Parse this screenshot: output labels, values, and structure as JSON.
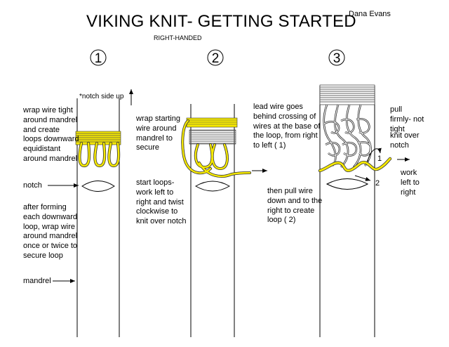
{
  "title": "VIKING KNIT- GETTING STARTED",
  "author": "Dana Evans",
  "subtitle": "RIGHT-HANDED",
  "steps": [
    "1",
    "2",
    "3"
  ],
  "colors": {
    "wire": "#f5e800",
    "wire_outline": "#333333",
    "line": "#000000"
  },
  "step1": {
    "notch_label": "*notch side up",
    "wrap": "wrap wire tight around mandrel and create loops downward equidistant around mandrel",
    "notch": "notch",
    "after": "after forming each downward loop, wrap wire around mandrel once or twice to secure loop",
    "mandrel": "mandrel"
  },
  "step2": {
    "wrap": "wrap starting wire around mandrel to secure",
    "start": "start loops- work left to right and twist clockwise to knit over notch"
  },
  "step3": {
    "lead": "lead wire goes behind crossing of wires at the base of the loop, from right to left ( 1)",
    "pull_down": "then pull wire down and to the right to create loop ( 2)",
    "pull_firmly": "pull firmly- not tight",
    "knit_over": "knit over notch",
    "work": "work left to right",
    "arrow1": "1",
    "arrow2": "2"
  }
}
